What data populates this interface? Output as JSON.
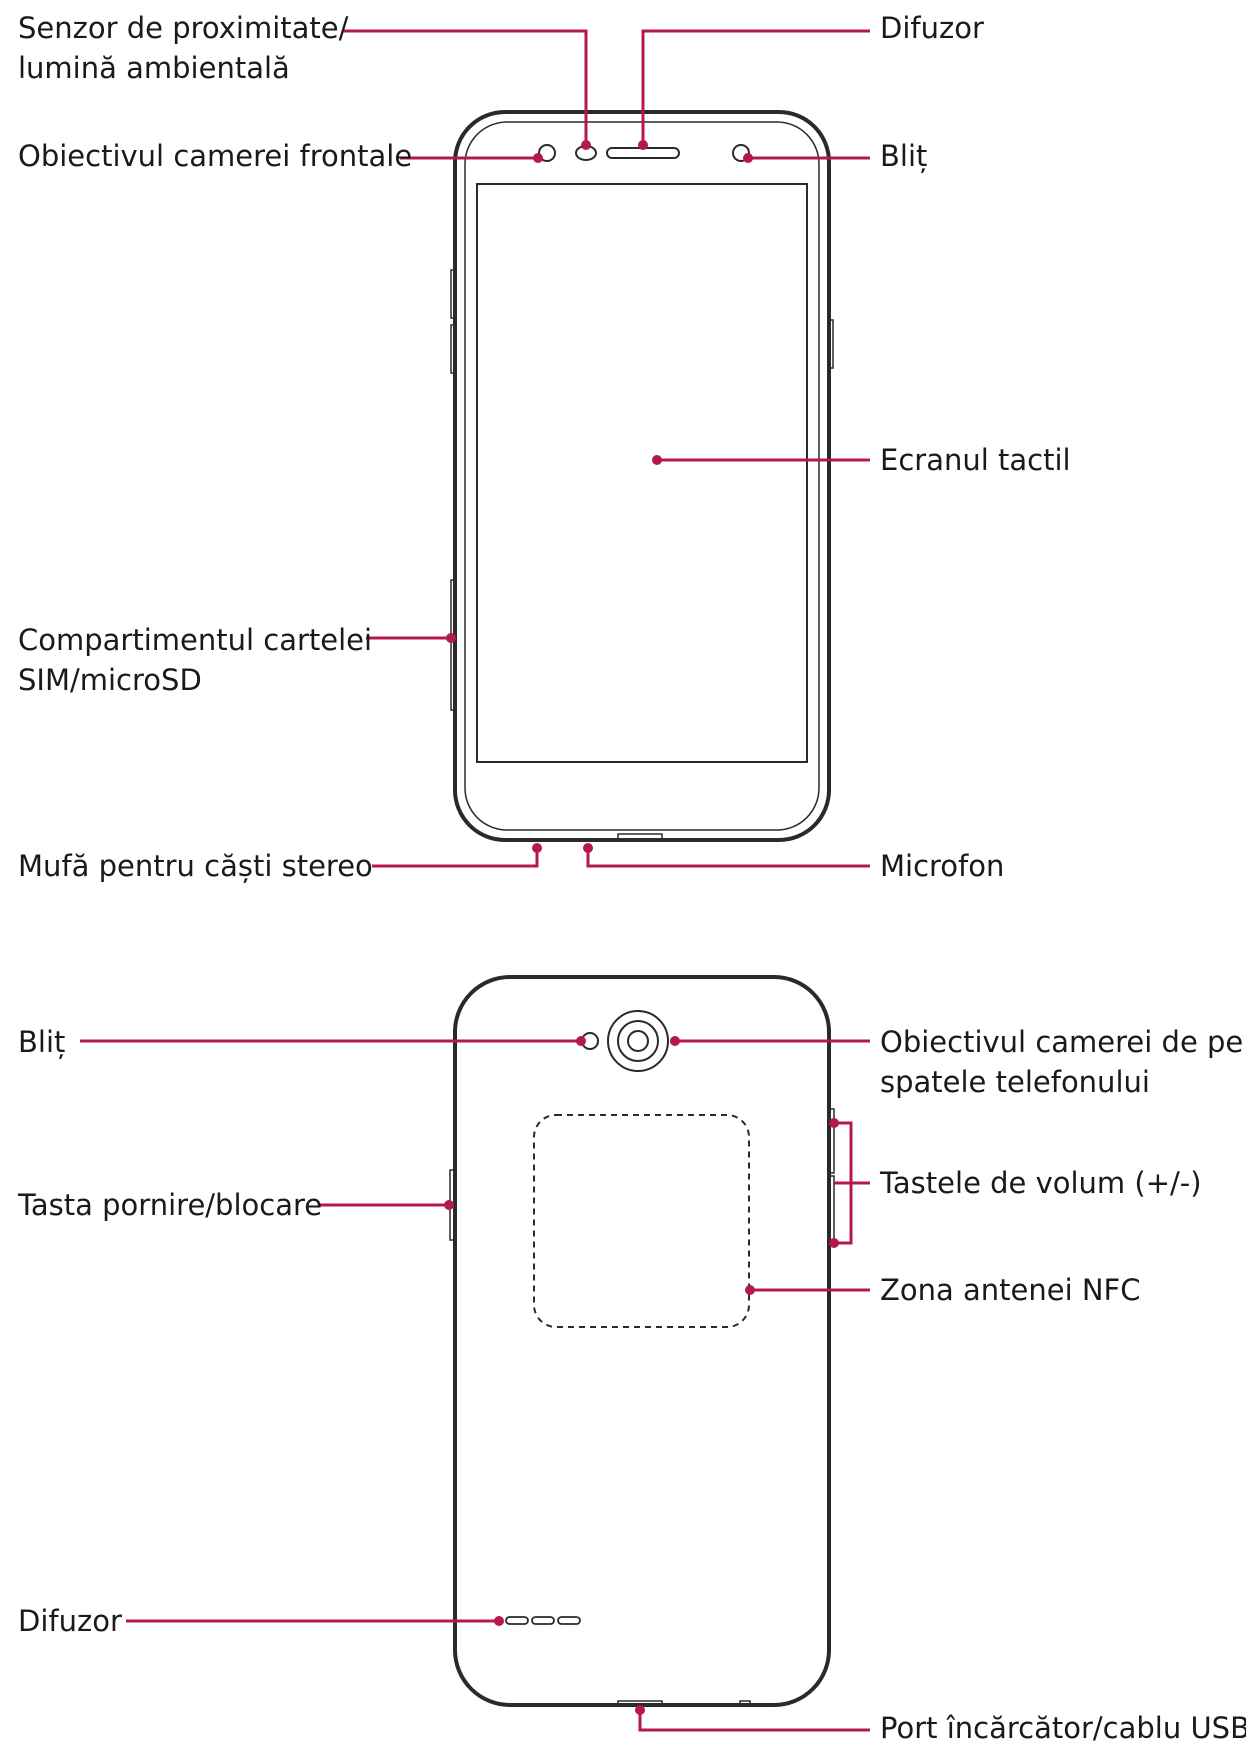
{
  "accent_color": "#b5174f",
  "front": {
    "proximity_sensor": [
      "Senzor de proximitate/",
      "lumină ambientală"
    ],
    "front_camera": "Obiectivul camerei frontale",
    "earpiece": "Difuzor",
    "flash": "Bliț",
    "touch_screen": "Ecranul tactil",
    "sim_tray": [
      "Compartimentul cartelei",
      "SIM/microSD"
    ],
    "headset_jack": "Mufă pentru căști stereo",
    "microphone": "Microfon"
  },
  "back": {
    "flash": "Bliț",
    "rear_camera": [
      "Obiectivul camerei de pe",
      "spatele telefonului"
    ],
    "volume_keys": "Tastele de volum (+/-)",
    "power_key": "Tasta pornire/blocare",
    "nfc_area": "Zona antenei NFC",
    "speaker": "Difuzor",
    "charger_port": "Port încărcător/cablu USB"
  }
}
